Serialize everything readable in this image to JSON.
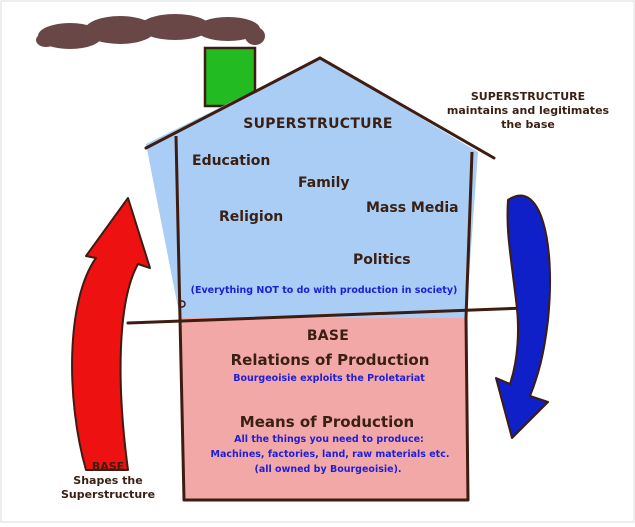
{
  "superstructure": {
    "title": "SUPERSTRUCTURE",
    "items": [
      "Education",
      "Family",
      "Religion",
      "Mass Media",
      "Politics"
    ],
    "note": "(Everything NOT to do with production in society)"
  },
  "base": {
    "title": "BASE",
    "relations_title": "Relations of Production",
    "relations_note": "Bourgeoisie exploits the Proletariat",
    "means_title": "Means of Production",
    "means_lines": [
      "All the things you need to produce:",
      "Machines, factories, land, raw materials etc.",
      "(all owned by Bourgeoisie)."
    ]
  },
  "side_right": [
    "SUPERSTRUCTURE",
    "maintains and legitimates",
    "the base"
  ],
  "side_left": [
    "BASE",
    "Shapes the",
    "Superstructure"
  ],
  "colors": {
    "superstructure_fill": "#a9cdf5",
    "base_fill": "#f3a8a8",
    "chimney": "#22bb22",
    "smoke": "#5a3434",
    "outline": "#3e1c12",
    "arrow_left": "#ee1111",
    "arrow_right": "#1020c8",
    "note_text": "#1c1ed8"
  }
}
